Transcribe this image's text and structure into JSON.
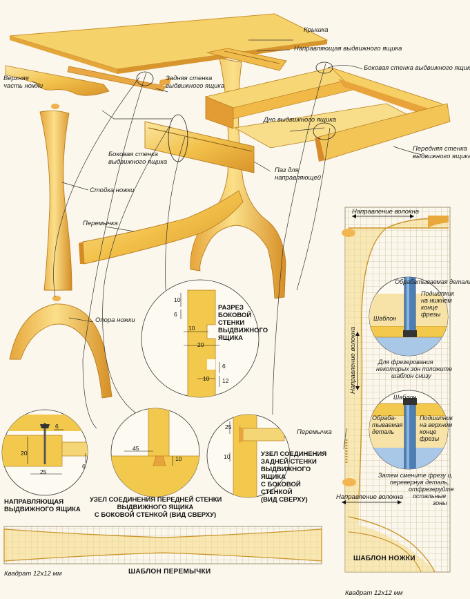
{
  "labels": {
    "top": "Крышка",
    "drawer_runner": "Направляющая выдвижного ящика",
    "drawer_side_top": "Боковая стенка выдвижного ящика",
    "back_wall_1": "Задняя стенка",
    "back_wall_2": "выдвижного ящика",
    "leg_top_1": "Верхняя",
    "leg_top_2": "часть ножки",
    "drawer_bottom": "Дно выдвижного ящика",
    "front_wall_1": "Передняя стенка",
    "front_wall_2": "выдвижного ящика",
    "side_wall_1": "Боковая стенка",
    "side_wall_2": "выдвижного ящика",
    "groove_1": "Паз для",
    "groove_2": "направляющей",
    "leg_post": "Стойка ножки",
    "crossbar": "Перемычка",
    "leg_base": "Опора ножки",
    "grain_top": "Направление волокна",
    "grain_bottom": "Направление волокна",
    "grain_vertical": "Направление волокна",
    "crossbar_right": "Перемычка",
    "workpiece_1": "Обрабатываемая деталь",
    "bearing_lower_1": "Подшипник",
    "bearing_lower_2": "на нижнем",
    "bearing_lower_3": "конце",
    "bearing_lower_4": "фрезы",
    "template_1": "Шаблон",
    "note1_1": "Для фрезерования",
    "note1_2": "некоторых зон положите",
    "note1_3": "шаблон снизу",
    "template_2": "Шаблон",
    "workpiece_2a": "Обраба-",
    "workpiece_2b": "тываемая",
    "workpiece_2c": "деталь",
    "bearing_upper_1": "Подшипник",
    "bearing_upper_2": "на верхнем",
    "bearing_upper_3": "конце",
    "bearing_upper_4": "фрезы",
    "note2_1": "Затем смените фрезу и,",
    "note2_2": "перевернув деталь,",
    "note2_3": "отфрезеруйте",
    "note2_4": "остальные",
    "note2_5": "зоны"
  },
  "section_caption": [
    "РАЗРЕЗ",
    "БОКОВОЙ",
    "СТЕНКИ",
    "ВЫДВИЖНОГО",
    "ЯЩИКА"
  ],
  "caption_runner": [
    "НАПРАВЛЯЮЩАЯ",
    "ВЫДВИЖНОГО ЯЩИКА"
  ],
  "caption_front_joint": [
    "УЗЕЛ СОЕДИНЕНИЯ ПЕРЕДНЕЙ СТЕНКИ",
    "ВЫДВИЖНОГО ЯЩИКА",
    "С БОКОВОЙ СТЕНКОЙ (ВИД СВЕРХУ)"
  ],
  "caption_back_joint": [
    "УЗЕЛ СОЕДИНЕНИЯ",
    "ЗАДНЕЙ СТЕНКИ",
    "ВЫДВИЖНОГО",
    "ЯЩИКА",
    "С БОКОВОЙ",
    "СТЕНКОЙ",
    "(ВИД СВЕРХУ)"
  ],
  "template_crossbar_title": "ШАБЛОН ПЕРЕМЫЧКИ",
  "template_leg_title": "ШАБЛОН НОЖКИ",
  "grid_note_left": "Квадрат 12х12 мм",
  "grid_note_bottom": "Квадрат 12х12 мм",
  "dims": {
    "section": [
      "10",
      "6",
      "10",
      "20",
      "6",
      "10",
      "12"
    ],
    "runner": [
      "6",
      "20",
      "25",
      "6"
    ],
    "front_joint": [
      "45",
      "10"
    ],
    "back_joint": [
      "25",
      "10"
    ]
  },
  "colors": {
    "wood": "#f2c94c",
    "wood_dark": "#d99a2b",
    "wood_light": "#fbe38a",
    "grid": "#b9a37a",
    "template_fill": "#f6dc8a",
    "router_blue": "#4b7fb8"
  }
}
